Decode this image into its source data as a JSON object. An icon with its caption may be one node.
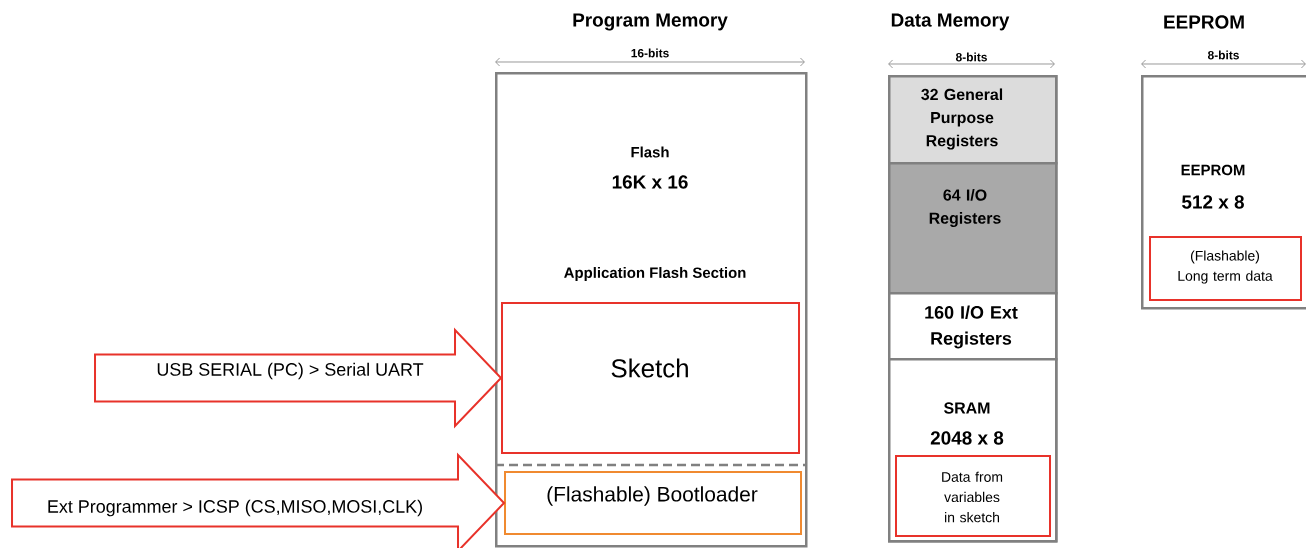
{
  "diagram": {
    "nodes": [
      {
        "text": [
          "Program Memory",
          "Flash",
          "16K x 16",
          "Application Flash Section"
        ]
      },
      {
        "text": [
          "Sketch"
        ],
        "in": 0
      },
      {
        "text": [
          "(Flashable) Bootloader"
        ],
        "in": 0
      },
      {
        "text": [
          "Data Memory"
        ]
      },
      {
        "text": [
          "32 General Purpose Registers"
        ],
        "in": 3
      },
      {
        "text": [
          "64 I/O Registers"
        ],
        "in": 3
      },
      {
        "text": [
          "160 I/O Ext Registers"
        ],
        "in": 3
      },
      {
        "text": [
          "SRAM",
          "2048 x 8"
        ],
        "in": 3
      },
      {
        "text": [
          "Data from variables in sketch"
        ],
        "in": 7
      },
      {
        "text": [
          "EEPROM",
          "EEPROM",
          "512 x 8"
        ]
      },
      {
        "text": [
          "(Flashable) Long term data"
        ],
        "in": 9
      }
    ],
    "edges": [
      {
        "from": null,
        "to": 1,
        "arrow": "to",
        "label": "USB SERIAL (PC) > Serial UART"
      },
      {
        "from": null,
        "to": 2,
        "arrow": "to",
        "label": "Ext Programmer > ICSP (CS,MISO,MOSI,CLK)"
      }
    ],
    "labels": [
      "16-bits",
      "8-bits",
      "8-bits"
    ]
  }
}
